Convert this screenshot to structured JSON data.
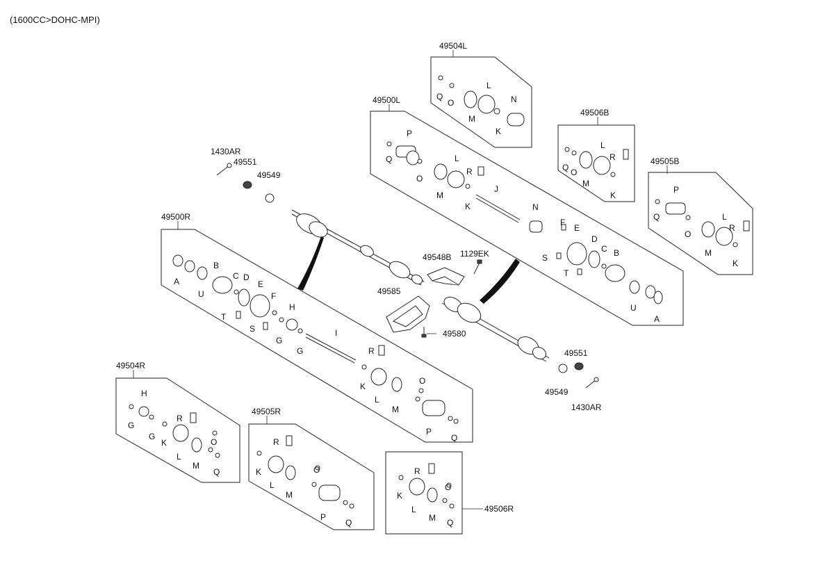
{
  "header": {
    "engine": "(1600CC>DOHC-MPI)"
  },
  "assemblies": {
    "a49504L": "49504L",
    "a49500L": "49500L",
    "a49506B": "49506B",
    "a49505B": "49505B",
    "a49500R": "49500R",
    "a49504R": "49504R",
    "a49505R": "49505R",
    "a49506R": "49506R"
  },
  "parts": {
    "p1430AR": "1430AR",
    "p49551": "49551",
    "p49549": "49549",
    "p49548B": "49548B",
    "p1129EK": "1129EK",
    "p49585": "49585",
    "p49580": "49580"
  },
  "letters": {
    "A": "A",
    "B": "B",
    "C": "C",
    "D": "D",
    "E": "E",
    "F": "F",
    "G": "G",
    "H": "H",
    "I": "I",
    "J": "J",
    "K": "K",
    "L": "L",
    "M": "M",
    "N": "N",
    "O": "O",
    "P": "P",
    "Q": "Q",
    "R": "R",
    "S": "S",
    "T": "T",
    "U": "U"
  }
}
